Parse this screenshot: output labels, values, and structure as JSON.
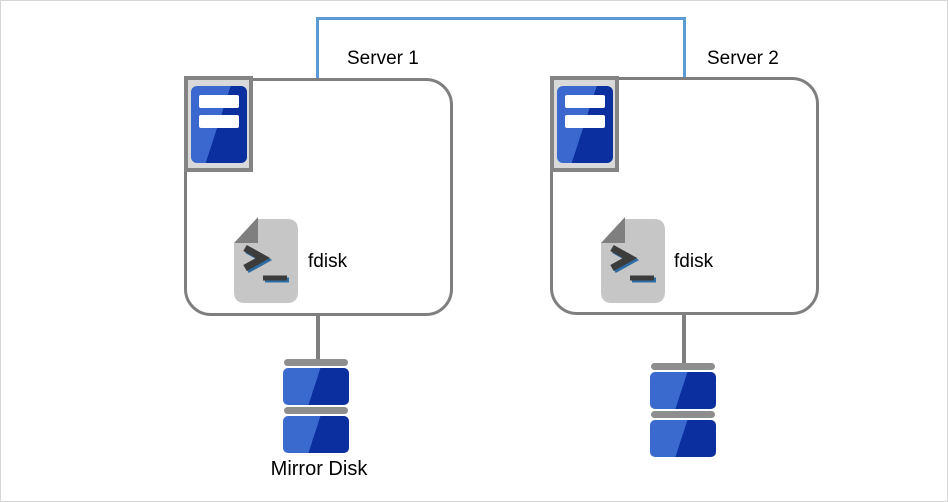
{
  "canvas": {
    "background": "#ffffff",
    "border_color": "#d6d6d6"
  },
  "connector": {
    "color": "#5b9bd5",
    "shape": "top-bracket"
  },
  "server1": {
    "label": "Server 1",
    "tool": "fdisk"
  },
  "server2": {
    "label": "Server 2",
    "tool": "fdisk"
  },
  "mirror_disk": {
    "label": "Mirror Disk"
  },
  "colors": {
    "box_border": "#7f7f7f",
    "connector_blue": "#5b9bd5",
    "icon_blue_light": "#3a68ce",
    "icon_blue_dark": "#0b2f9e",
    "disk_gray": "#8e8e8e",
    "document_gray": "#c6c6c6",
    "fold_gray": "#7f7f7f",
    "frame_gray": "#848484",
    "frame_fill": "#d9d9d9"
  },
  "icons": {
    "server": "server-icon",
    "terminal_file": "terminal-file-icon",
    "disk": "disk-stack-icon"
  }
}
